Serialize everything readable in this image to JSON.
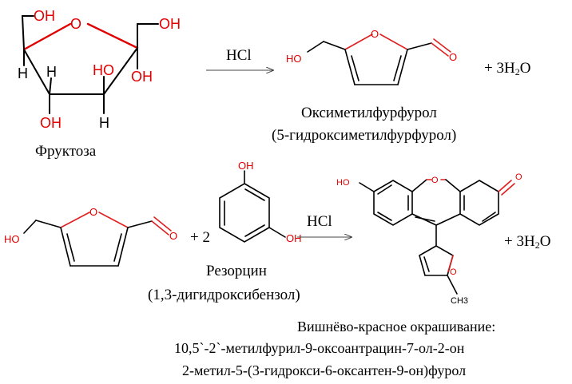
{
  "reaction1": {
    "reagent": "HCl",
    "byproduct_prefix": "+ 3H",
    "byproduct_sub": "2",
    "byproduct_suffix": "O"
  },
  "reaction2": {
    "plus": "+ 2",
    "reagent": "HCl",
    "byproduct_prefix": "+ 3H",
    "byproduct_sub": "2",
    "byproduct_suffix": "O"
  },
  "fructose": {
    "name": "Фруктоза",
    "atoms": {
      "oh_top": "OH",
      "oh_right": "OH",
      "oh_c2": "OH",
      "oh_c3": "OH",
      "oh_c4": "HO",
      "h_left": "H",
      "h_mid": "H",
      "h_bottom": "H",
      "ring_o": "O"
    }
  },
  "hmf": {
    "name": "Оксиметилфурфурол",
    "alt_name": "(5-гидроксиметилфурфурол)",
    "atoms": {
      "ho": "HO",
      "ring_o": "O",
      "carbonyl_o": "O"
    }
  },
  "resorcinol": {
    "name": "Резорцин",
    "alt_name": "(1,3-дигидроксибензол)",
    "atoms": {
      "oh_top": "OH",
      "oh_bottom": "OH"
    }
  },
  "product": {
    "caption": "Вишнёво-красное окрашивание:",
    "name1": "10,5`-2`-метилфурил-9-оксоантрацин-7-ол-2-он",
    "name2": "2-метил-5-(3-гидрокси-6-оксантен-9-он)фурол",
    "atoms": {
      "ho": "HO",
      "ring_o": "O",
      "keto_o": "O",
      "furan_o": "O",
      "methyl": "CH3"
    }
  },
  "colors": {
    "heteroatom": "#e00000",
    "bond": "#000000",
    "arrow": "#444444"
  }
}
